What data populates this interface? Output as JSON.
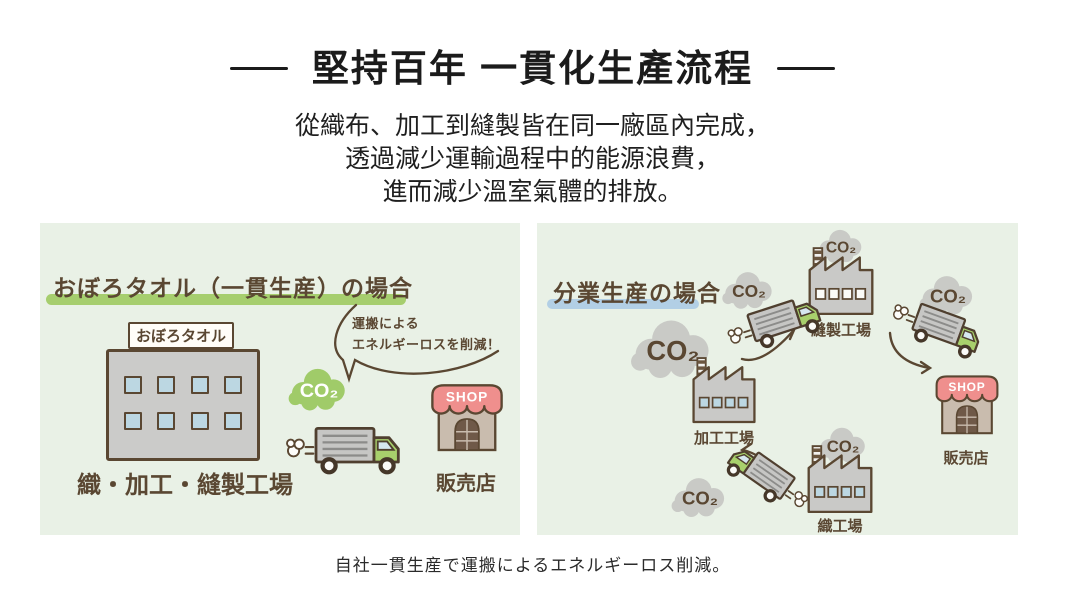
{
  "title": "堅持百年 一貫化生產流程",
  "subtitle": {
    "line1": "從織布、加工到縫製皆在同一廠區內完成，",
    "line2": "透過減少運輸過程中的能源浪費，",
    "line3": "進而減少溫室氣體的排放。"
  },
  "co2_label": "CO₂",
  "left_panel": {
    "heading": "おぼろタオル（一貫生産）の場合",
    "building_sign": "おぼろタオル",
    "building_label": "織・加工・縫製工場",
    "speech": {
      "line1": "運搬による",
      "line2": "エネルギーロスを削減！"
    },
    "shop_sign": "SHOP",
    "shop_label": "販売店"
  },
  "right_panel": {
    "heading": "分業生産の場合",
    "factories": [
      {
        "label": "縫製工場"
      },
      {
        "label": "加工工場"
      },
      {
        "label": "織工場"
      }
    ],
    "shop_sign": "SHOP",
    "shop_label": "販売店"
  },
  "caption": "自社一貫生産で運搬によるエネルギーロス削減。",
  "colors": {
    "panel_bg": "#e9f1e6",
    "heading_text": "#5a4732",
    "green_highlight": "#a6ce6e",
    "blue_highlight": "#b2cfe5",
    "green_co2_cloud": "#a0cb69",
    "gray_co2_cloud": "#c9cac6",
    "shop_awning": "#ef8f8d",
    "truck_cab": "#a8d06c"
  }
}
